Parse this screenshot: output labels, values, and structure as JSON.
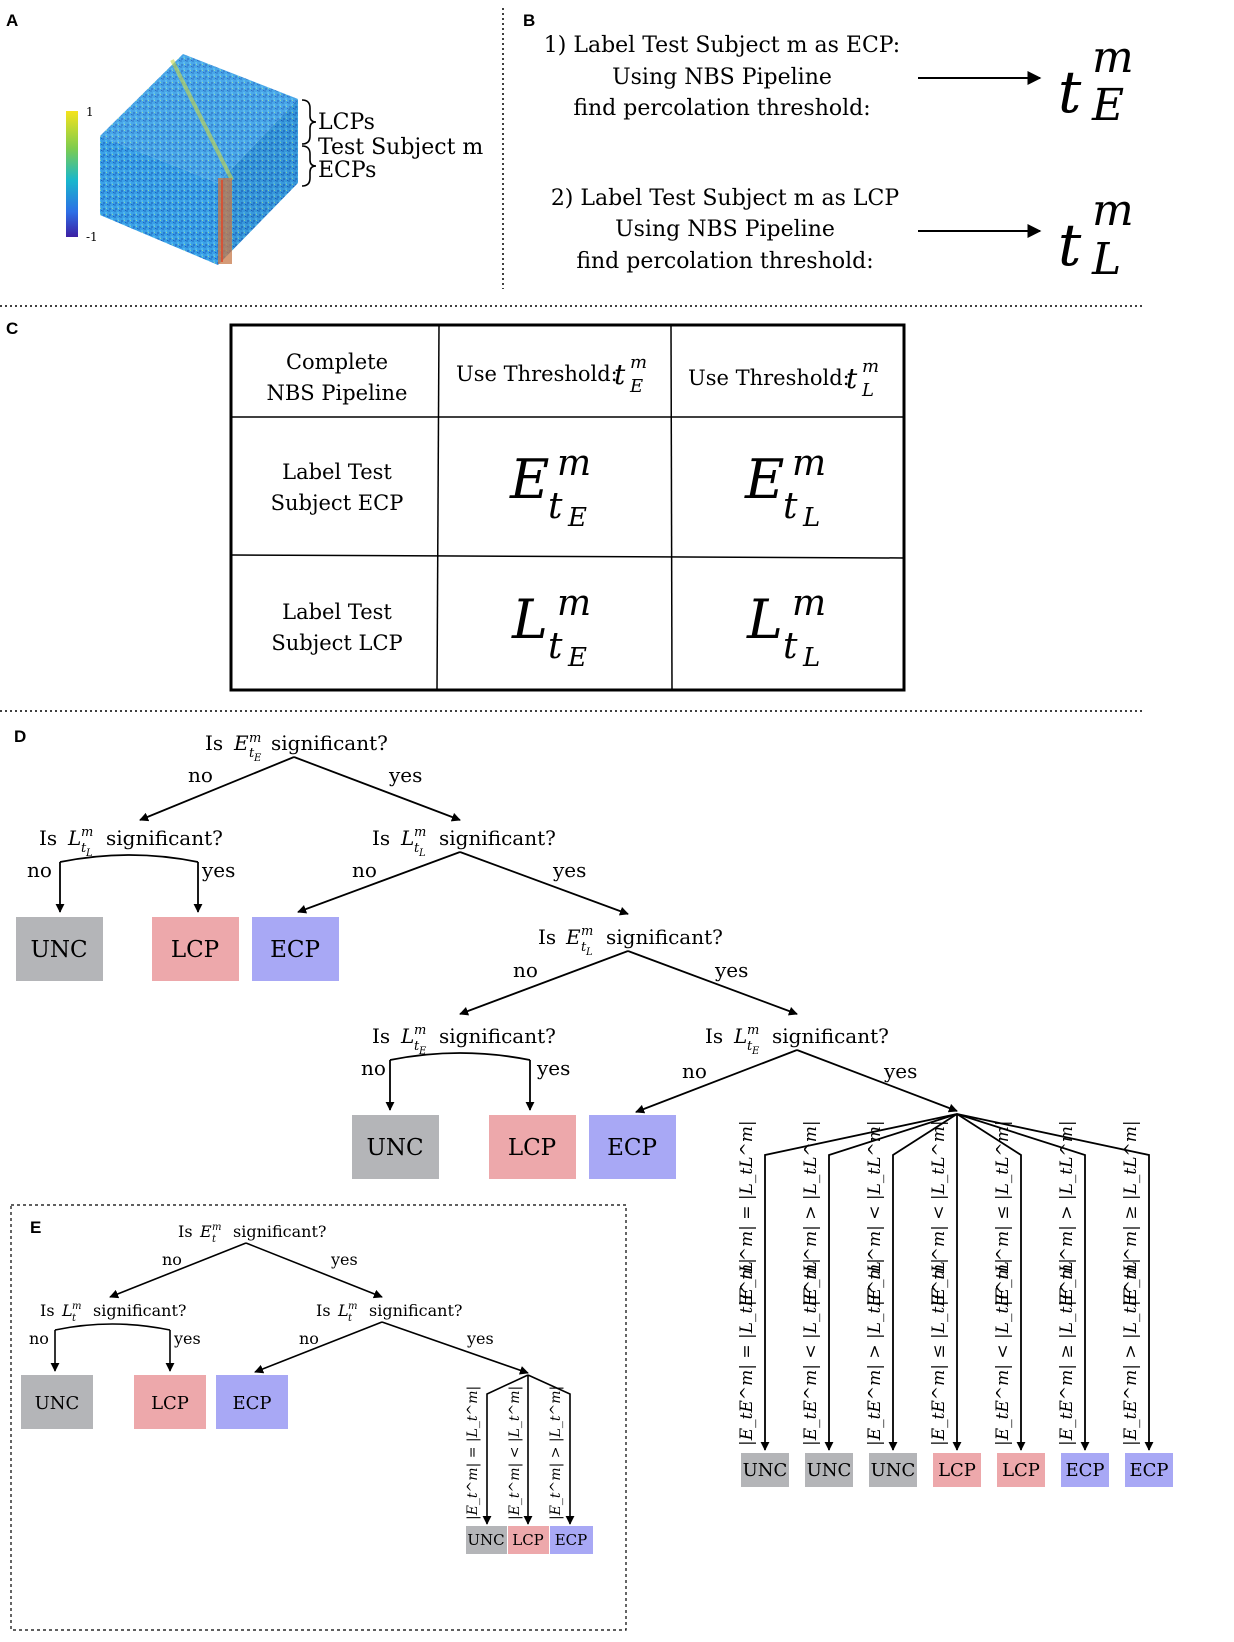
{
  "panels": {
    "a": "A",
    "b": "B",
    "c": "C",
    "d": "D",
    "e": "E"
  },
  "colors": {
    "unc": "#b4b5b8",
    "lcp": "#eda8ab",
    "ecp": "#a8a8f5",
    "cube_base": "#3aa0e6",
    "colorbar": [
      "#3d1fa3",
      "#2d6fe6",
      "#19b7cc",
      "#7ccc4f",
      "#f5e31c"
    ]
  },
  "panel_a": {
    "colorbar_max": "1",
    "colorbar_min": "-1",
    "brace_labels": [
      "LCPs",
      "Test Subject m",
      "ECPs"
    ]
  },
  "panel_b": {
    "step1_lines": [
      "1) Label Test Subject m as ECP:",
      "Using NBS Pipeline",
      "find percolation threshold:"
    ],
    "step1_result": "t_E^m",
    "step2_lines": [
      "2) Label Test Subject m as LCP",
      "Using NBS Pipeline",
      "find percolation threshold:"
    ],
    "step2_result": "t_L^m"
  },
  "panel_c": {
    "corner_lines": [
      "Complete",
      "NBS Pipeline"
    ],
    "col1_header": "Use Threshold:",
    "col1_symbol": "t_E^m",
    "col2_header": "Use Threshold:",
    "col2_symbol": "t_L^m",
    "row1_lines": [
      "Label Test",
      "Subject ECP"
    ],
    "row2_lines": [
      "Label Test",
      "Subject LCP"
    ],
    "cells": [
      "E_tE^m",
      "E_tL^m",
      "L_tE^m",
      "L_tL^m"
    ]
  },
  "panel_d": {
    "q_is": "Is",
    "q_significant": "significant?",
    "no": "no",
    "yes": "yes",
    "unc": "UNC",
    "lcp": "LCP",
    "ecp": "ECP",
    "comparisons": [
      {
        "left": "|E_tE^m| = |L_tE^m|",
        "right": "|E_tL^m| = |L_tL^m|",
        "result": "UNC"
      },
      {
        "left": "|E_tE^m| < |L_tE^m|",
        "right": "|E_tL^m| > |L_tL^m|",
        "result": "UNC"
      },
      {
        "left": "|E_tE^m| > |L_tE^m|",
        "right": "|E_tL^m| < |L_tL^m|",
        "result": "UNC"
      },
      {
        "left": "|E_tE^m| ≤ |L_tE^m|",
        "right": "|E_tL^m| < |L_tL^m|",
        "result": "LCP"
      },
      {
        "left": "|E_tE^m| < |L_tE^m|",
        "right": "|E_tL^m| ≤ |L_tL^m|",
        "result": "LCP"
      },
      {
        "left": "|E_tE^m| ≥ |L_tE^m|",
        "right": "|E_tL^m| > |L_tL^m|",
        "result": "ECP"
      },
      {
        "left": "|E_tE^m| > |L_tE^m|",
        "right": "|E_tL^m| ≥ |L_tL^m|",
        "result": "ECP"
      }
    ]
  },
  "panel_e": {
    "q_is": "Is",
    "q_significant": "significant?",
    "no": "no",
    "yes": "yes",
    "unc": "UNC",
    "lcp": "LCP",
    "ecp": "ECP",
    "comparisons": [
      {
        "expr": "|E_t^m| = |L_t^m|",
        "result": "UNC"
      },
      {
        "expr": "|E_t^m| < |L_t^m|",
        "result": "LCP"
      },
      {
        "expr": "|E_t^m| > |L_t^m|",
        "result": "ECP"
      }
    ]
  }
}
